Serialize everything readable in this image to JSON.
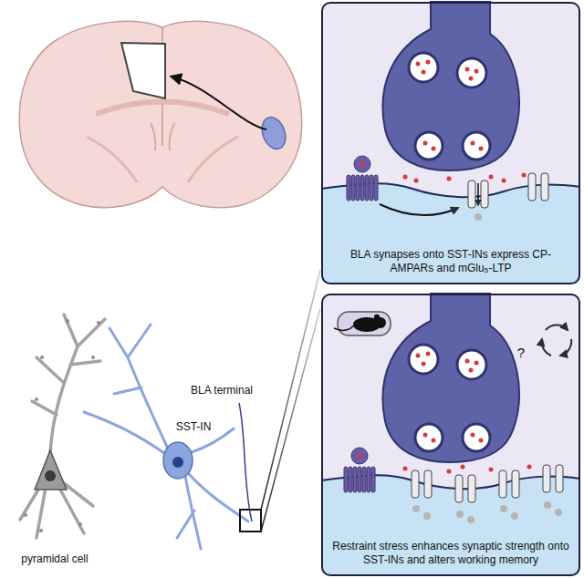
{
  "diagram": {
    "nodes": [
      {
        "text": [
          "BLA synapses onto SST-INs express CP-AMPARs and mGlu₅-LTP"
        ]
      },
      {
        "text": [
          "Restraint stress enhances synaptic strength onto SST-INs and alters working memory"
        ]
      }
    ],
    "labels": [
      "BLA terminal",
      "SST-IN",
      "pyramidal cell",
      "?"
    ]
  }
}
